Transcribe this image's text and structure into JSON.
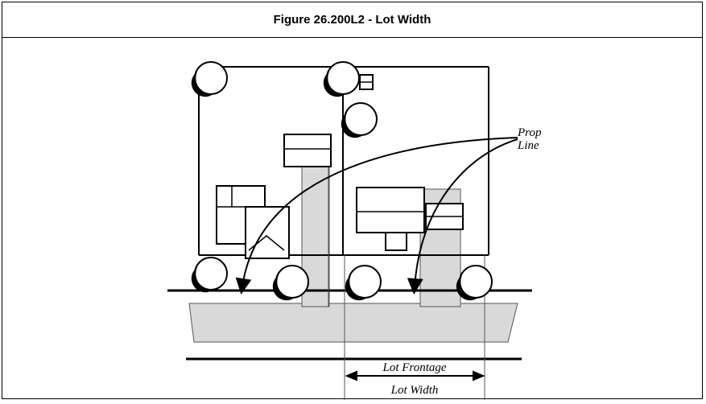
{
  "figure": {
    "title": "Figure 26.200L2 - Lot Width"
  },
  "labels": {
    "property_line": [
      "Prop",
      "Line"
    ],
    "lot_frontage": "Lot Frontage",
    "lot_width": "Lot Width"
  },
  "colors": {
    "lot_shade": "#d9d9d9",
    "ink": "#000000",
    "border": "#000000"
  }
}
